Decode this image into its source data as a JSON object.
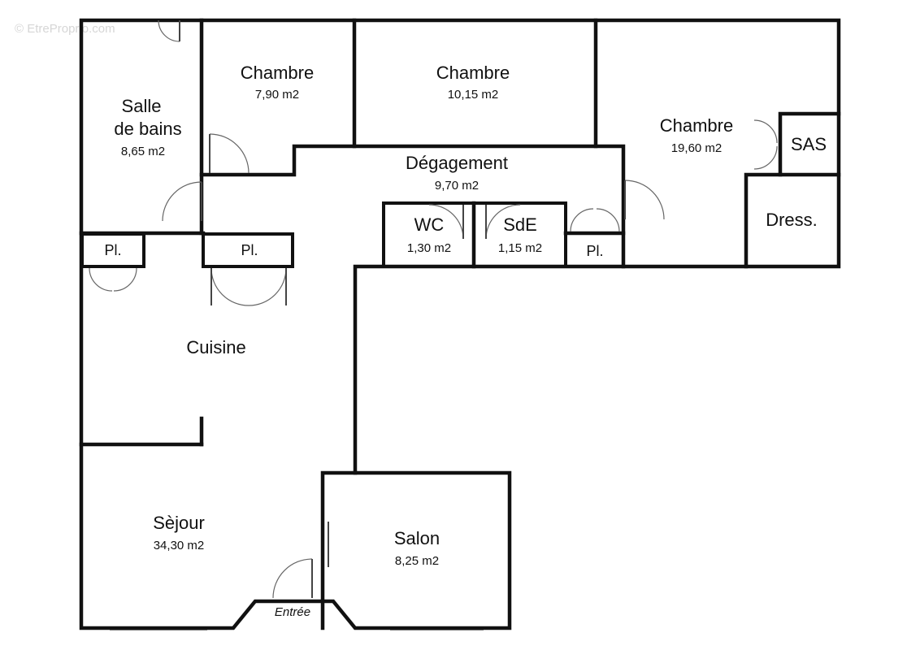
{
  "watermark": "© EtreProprio.com",
  "rooms": {
    "salle_de_bains": {
      "name_line1": "Salle",
      "name_line2": "de bains",
      "area": "8,65 m2"
    },
    "chambre_1": {
      "name": "Chambre",
      "area": "7,90 m2"
    },
    "chambre_2": {
      "name": "Chambre",
      "area": "10,15 m2"
    },
    "chambre_3": {
      "name": "Chambre",
      "area": "19,60 m2"
    },
    "sas": {
      "name": "SAS"
    },
    "degagement": {
      "name": "Dégagement",
      "area": "9,70 m2"
    },
    "wc": {
      "name": "WC",
      "area": "1,30 m2"
    },
    "sde": {
      "name": "SdE",
      "area": "1,15 m2"
    },
    "placard_degagement": {
      "name": "Pl."
    },
    "dressing": {
      "name": "Dress."
    },
    "placard_left": {
      "name": "Pl."
    },
    "placard_middle": {
      "name": "Pl."
    },
    "cuisine": {
      "name": "Cuisine"
    },
    "sejour": {
      "name": "Sèjour",
      "area": "34,30 m2"
    },
    "salon": {
      "name": "Salon",
      "area": "8,25 m2"
    },
    "entree": {
      "name": "Entrée"
    }
  }
}
